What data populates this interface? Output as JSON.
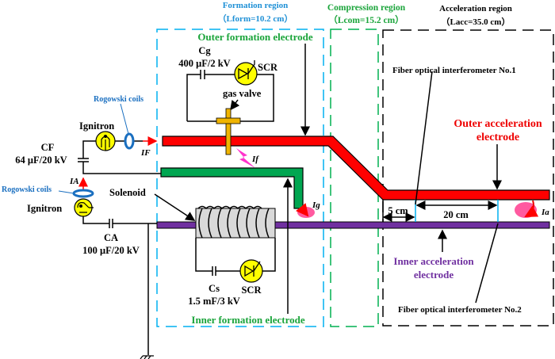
{
  "regions": {
    "formation": {
      "title": "Formation region",
      "length": "（Lform=10.2 cm）",
      "color": "#00b0f0"
    },
    "compression": {
      "title": "Compression region",
      "length": "（Lcom=15.2 cm）",
      "color": "#00b050"
    },
    "acceleration": {
      "title": "Acceleration region",
      "length": "（Lacc=35.0 cm）",
      "color": "#000000"
    }
  },
  "electrodes": {
    "outer_formation": {
      "label": "Outer formation electrode",
      "color": "#ff0000"
    },
    "inner_formation": {
      "label": "Inner formation electrode",
      "color": "#00a651"
    },
    "outer_acceleration": {
      "label_line1": "Outer acceleration",
      "label_line2": "electrode",
      "color": "#ff0000"
    },
    "inner_acceleration": {
      "label_line1": "Inner acceleration",
      "label_line2": "electrode",
      "color": "#7030a0"
    }
  },
  "components": {
    "cg": {
      "name": "Cg",
      "rating": "400 μF/2 kV"
    },
    "scr_top": "SCR",
    "gas_valve": "gas valve",
    "cf": {
      "name": "CF",
      "rating": "64 μF/20 kV"
    },
    "ca": {
      "name": "CA",
      "rating": "100 μF/20 kV"
    },
    "cs": {
      "name": "Cs",
      "rating": "1.5 mF/3 kV"
    },
    "scr_bottom": "SCR",
    "ignitron_top": "Ignitron",
    "ignitron_bottom": "Ignitron",
    "rogowski_top": "Rogowski coils",
    "rogowski_left": "Rogowski coils",
    "solenoid": "Solenoid"
  },
  "currents": {
    "IF": "IF",
    "IA": "IA",
    "If": "If",
    "Ig": "Ig",
    "Ia": "Ia"
  },
  "diagnostics": {
    "fiber1": "Fiber optical interferometer No.1",
    "fiber2": "Fiber optical interferometer No.2",
    "dist1": "5 cm",
    "dist2": "20 cm"
  }
}
